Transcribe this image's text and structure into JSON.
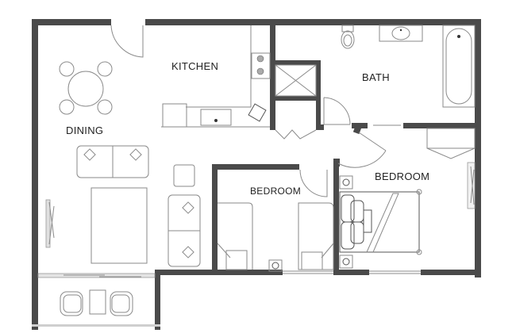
{
  "plan": {
    "type": "apartment floor plan",
    "wall_color": "#4a4a4a",
    "line_color": "#8a8a8a",
    "background": "#ffffff"
  },
  "rooms": [
    {
      "id": "kitchen",
      "label": "KITCHEN"
    },
    {
      "id": "dining",
      "label": "DINING"
    },
    {
      "id": "bath",
      "label": "BATH"
    },
    {
      "id": "bedroom_small",
      "label": "BEDROOM"
    },
    {
      "id": "bedroom_main",
      "label": "BEDROOM"
    }
  ],
  "fixtures": [
    {
      "name": "dining-table",
      "room": "dining",
      "chairs": 4
    },
    {
      "name": "sofa-top",
      "room": "living"
    },
    {
      "name": "sofa-right",
      "room": "living"
    },
    {
      "name": "rug",
      "room": "living"
    },
    {
      "name": "ottoman",
      "room": "living"
    },
    {
      "name": "stove",
      "room": "kitchen",
      "burners": 2
    },
    {
      "name": "kitchen-sink",
      "room": "kitchen"
    },
    {
      "name": "refrigerator",
      "room": "kitchen"
    },
    {
      "name": "toilet",
      "room": "bath"
    },
    {
      "name": "bathroom-sink",
      "room": "bath"
    },
    {
      "name": "bathtub",
      "room": "bath"
    },
    {
      "name": "linen-closet",
      "room": "hall"
    },
    {
      "name": "twin-bed",
      "room": "bedroom_small"
    },
    {
      "name": "double-bed",
      "room": "bedroom_main"
    },
    {
      "name": "balcony-chairs",
      "room": "balcony",
      "count": 2
    }
  ]
}
